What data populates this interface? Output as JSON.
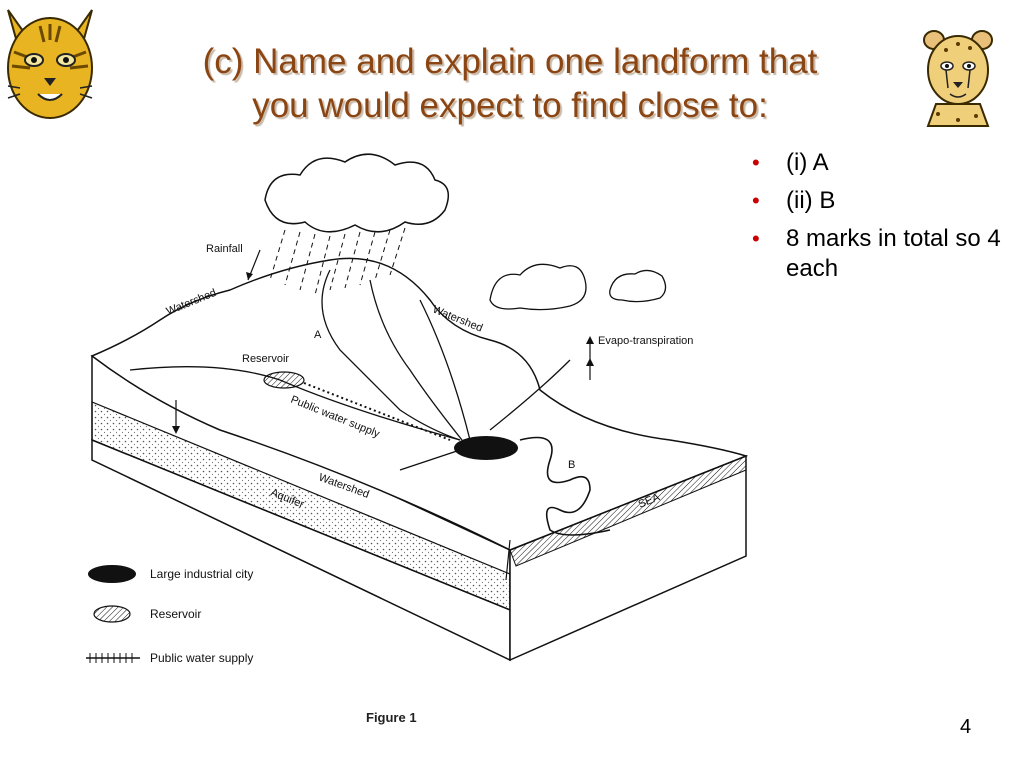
{
  "title": {
    "line1": "(c) Name and explain one landform that",
    "line2": "you would expect to find close to:"
  },
  "bullets": [
    "(i) A",
    "(ii) B",
    "8 marks in total so 4 each"
  ],
  "figure": {
    "labels": {
      "rainfall": "Rainfall",
      "watershed_top_left": "Watershed",
      "watershed_top_right": "Watershed",
      "watershed_front": "Watershed",
      "point_a": "A",
      "point_b": "B",
      "reservoir": "Reservoir",
      "public_water_supply": "Public water supply",
      "evapo": "Evapo-transpiration",
      "aquifer": "Aquifer",
      "sea": "SEA"
    },
    "legend": [
      "Large industrial city",
      "Reservoir",
      "Public water supply"
    ],
    "caption": "Figure 1"
  },
  "page_number": "4",
  "colors": {
    "title": "#8b4513",
    "bullet": "#cc0000",
    "mascot": "#e8b422"
  },
  "icons": {
    "left": "bobcat-mascot-icon",
    "right": "cheetah-mascot-icon"
  }
}
